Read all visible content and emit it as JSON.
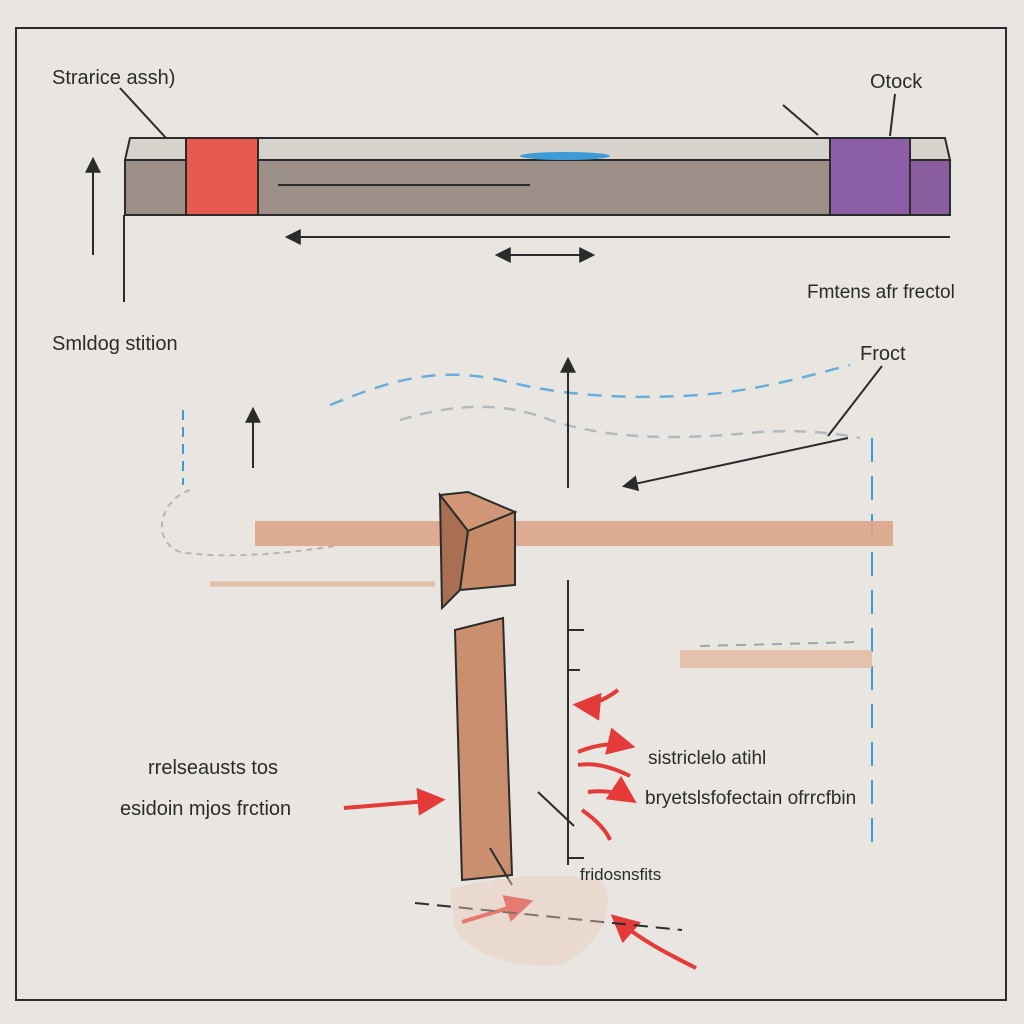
{
  "labels": {
    "top_left": "Strarice assh)",
    "top_right": "Otock",
    "right_mid": "Fmtens afr frectol",
    "left_mid": "Smldog stition",
    "friction_right": "Froct",
    "lower_left_1": "rrelseausts tos",
    "lower_left_2": "esidoin mjos frction",
    "lower_right_1": "sistriclelo atihl",
    "lower_right_2": "bryetslsfofectain ofrrcfbin",
    "bottom": "fridosnsfits"
  },
  "colors": {
    "background": "#e9e6e2",
    "bar_body": "#9b8f88",
    "bar_top": "#d8d2cc",
    "red_block": "#e8594f",
    "purple_block": "#8c5fa6",
    "wood": "#c98f6f",
    "red_arrow": "#e43a3a",
    "blue_dash": "#3d9ad6",
    "line": "#2b2b2b"
  }
}
